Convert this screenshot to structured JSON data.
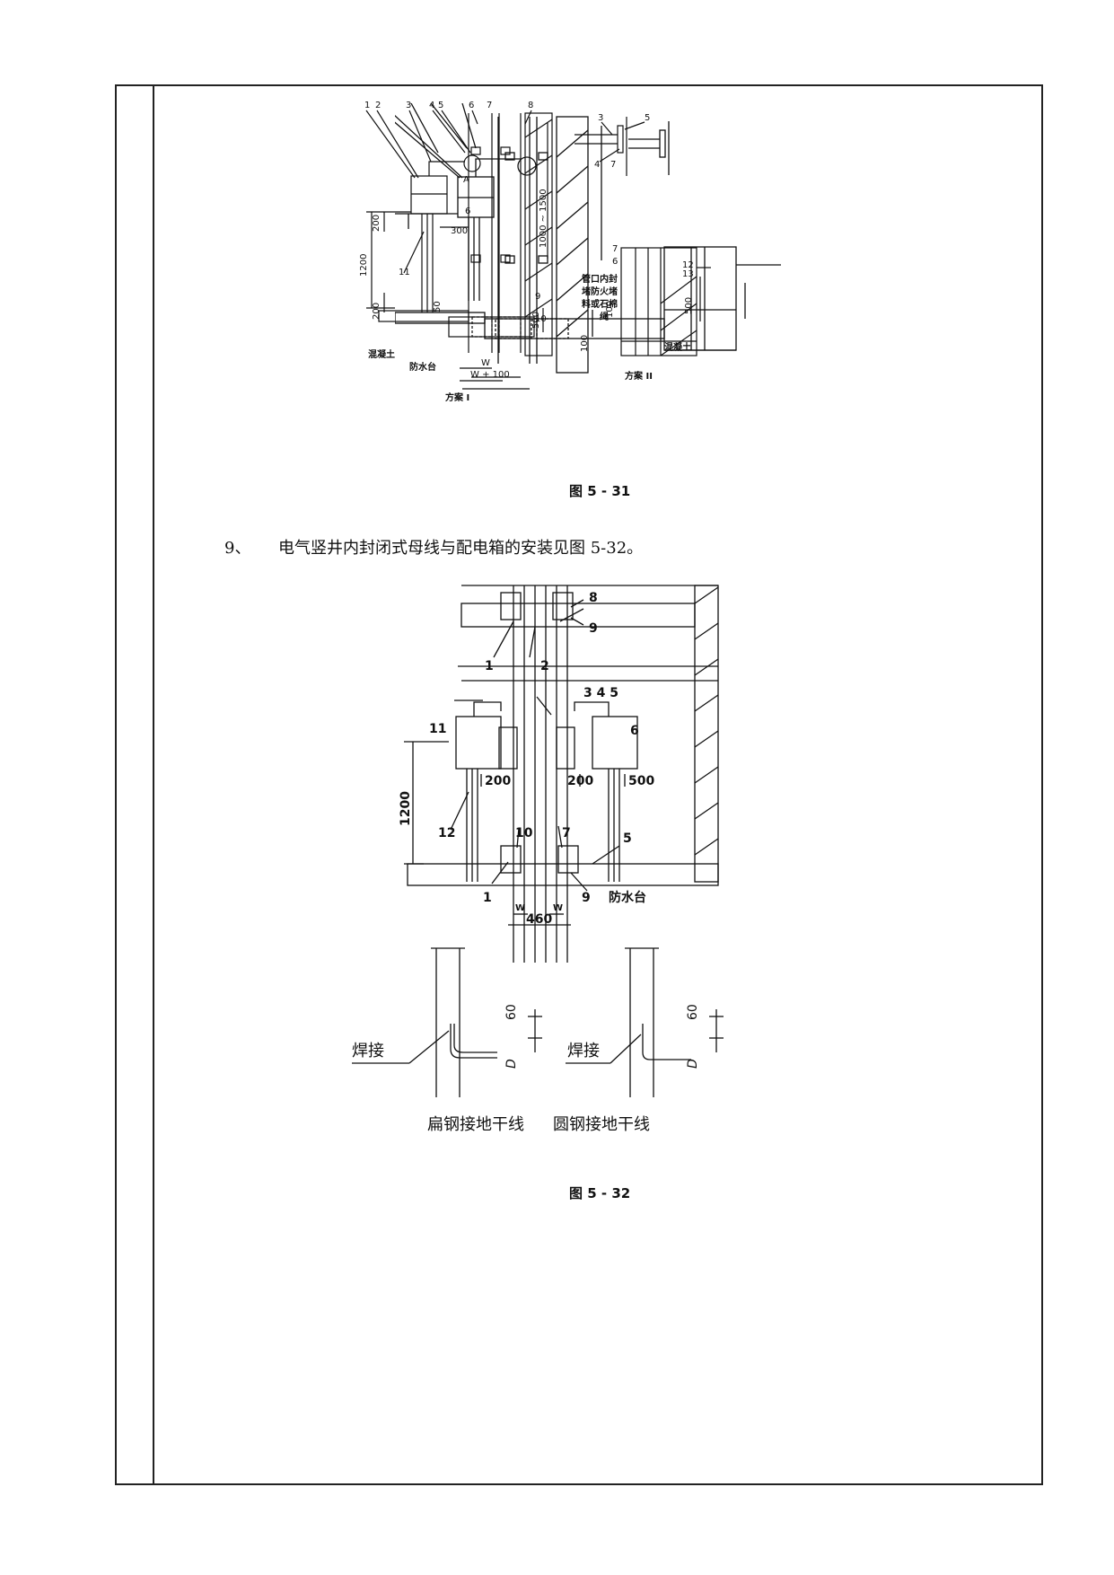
{
  "fig531": {
    "caption": "图 5 - 31",
    "scheme1": "方案 I",
    "scheme2": "方案 II",
    "labels_top": [
      "1",
      "2",
      "3",
      "4",
      "5",
      "6",
      "7",
      "8"
    ],
    "label_a": "A",
    "dim_200_top": "200",
    "dim_1200": "1200",
    "dim_300": "300",
    "dim_200_bottom": "200",
    "dim_50": "50",
    "dim_1000_1500": "1000 ~ 1500",
    "dim_500": "500",
    "dim_w": "W",
    "dim_w100": "W + 100",
    "label_6": "6",
    "label_9": "9",
    "label_10": "10",
    "label_11": "11",
    "concrete": "混凝土",
    "waterproof": "防水台",
    "detail_labels": [
      "3",
      "5",
      "4",
      "7"
    ],
    "s2_labels": [
      "7",
      "6",
      "12",
      "13"
    ],
    "s2_note": [
      "管口内封",
      "堵防火堵",
      "料或石棉",
      "绳"
    ],
    "s2_dim_500": "500",
    "s2_dim_100a": "100",
    "s2_dim_100b": "100",
    "s2_concrete": "混凝土"
  },
  "item9": {
    "number": "9、",
    "text": "电气竖井内封闭式母线与配电箱的安装见图 5-32。"
  },
  "fig532": {
    "caption": "图 5 - 32",
    "top_labels": [
      "1",
      "2",
      "8",
      "9"
    ],
    "mid_labels": [
      "3 4 5",
      "11",
      "6",
      "12",
      "10",
      "7",
      "5",
      "1",
      "9"
    ],
    "dim_200a": "200",
    "dim_200b": "200",
    "dim_500": "500",
    "dim_1200": "1200",
    "dim_w1": "W",
    "dim_w2": "W",
    "dim_460": "460",
    "waterproof": "防水台",
    "weld1": "焊接",
    "weld2": "焊接",
    "dim_60a": "60",
    "dim_60b": "60",
    "dim_d1": "D",
    "dim_d2": "D",
    "flat": "扁钢接地干线",
    "round": "圆钢接地干线"
  }
}
